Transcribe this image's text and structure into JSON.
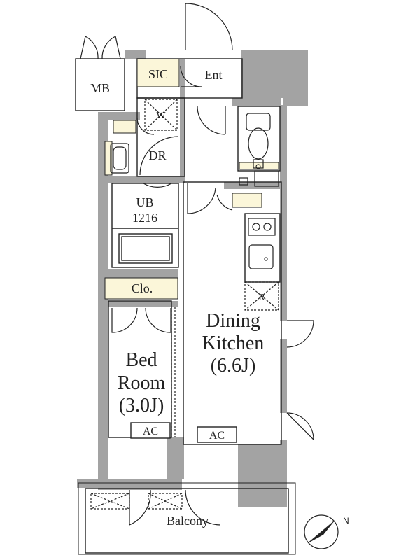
{
  "plan": {
    "rooms": {
      "mb": "MB",
      "sic": "SIC",
      "ent": "Ent",
      "w": "W",
      "dr": "DR",
      "ub_name": "UB",
      "ub_size": "1216",
      "clo": "Clo.",
      "r": "R",
      "dk_line1": "Dining",
      "dk_line2": "Kitchen",
      "dk_size": "(6.6J)",
      "bed_line1": "Bed",
      "bed_line2": "Room",
      "bed_size": "(3.0J)",
      "ac_bed": "AC",
      "ac_dk": "AC",
      "balcony": "Balcony"
    },
    "compass": {
      "label": "N"
    },
    "colors": {
      "wall": "#a3a3a3",
      "highlight": "#fbf6d9",
      "line": "#222222"
    }
  }
}
